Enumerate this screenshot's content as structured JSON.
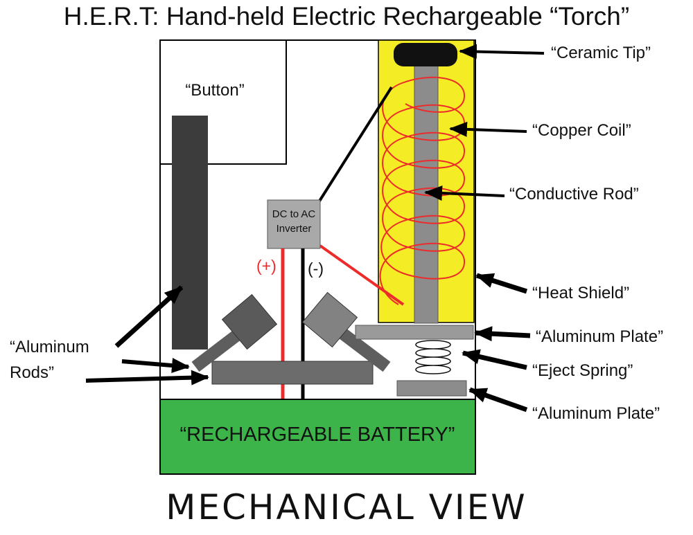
{
  "title": "H.E.R.T: Hand-held Electric Rechargeable “Torch”",
  "view_title": "MECHANICAL VIEW",
  "components": {
    "button": "“Button”",
    "inverter_line1": "DC to AC",
    "inverter_line2": "Inverter",
    "positive": "(+)",
    "negative": "(-)",
    "battery": "“RECHARGEABLE BATTERY”"
  },
  "labels": {
    "ceramic_tip": "“Ceramic Tip”",
    "copper_coil": "“Copper Coil”",
    "conductive_rod": "“Conductive Rod”",
    "heat_shield": "“Heat Shield”",
    "aluminum_plate_top": "“Aluminum Plate”",
    "eject_spring": "“Eject Spring”",
    "aluminum_plate_bottom": "“Aluminum Plate”",
    "aluminum_rods_line1": "“Aluminum",
    "aluminum_rods_line2": "Rods”"
  },
  "colors": {
    "heat_shield": "#f4ec25",
    "battery": "#3cb44a",
    "coil": "#ee2b2b",
    "positive_wire": "#ee2b2b",
    "component_gray": "#8c8c8c",
    "dark_gray": "#3c3c3c"
  }
}
